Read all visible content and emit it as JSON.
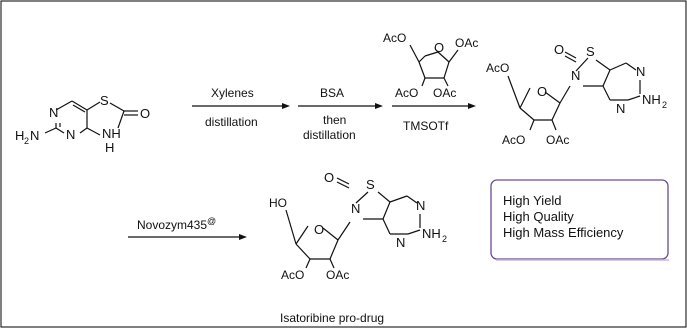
{
  "scheme": {
    "step1": {
      "above": "Xylenes",
      "below": "distillation"
    },
    "step2": {
      "above": "BSA",
      "below_line1": "then",
      "below_line2": "distillation"
    },
    "step3": {
      "below": "TMSOTf"
    },
    "step4": {
      "above": "Novozym435",
      "above_superscript": "@"
    }
  },
  "benefits": [
    "High Yield",
    "High Quality",
    "High Mass Efficiency"
  ],
  "product_caption": "Isatoribine pro-drug",
  "colors": {
    "frame": "#000000",
    "box_border": "#6a4c93",
    "bond": "#111111"
  },
  "atoms": {
    "N": "N",
    "O": "O",
    "S": "S",
    "H": "H",
    "H2N": "H",
    "two": "2",
    "NH": "NH",
    "OAc": "OAc",
    "AcO": "AcO",
    "HO": "HO"
  }
}
